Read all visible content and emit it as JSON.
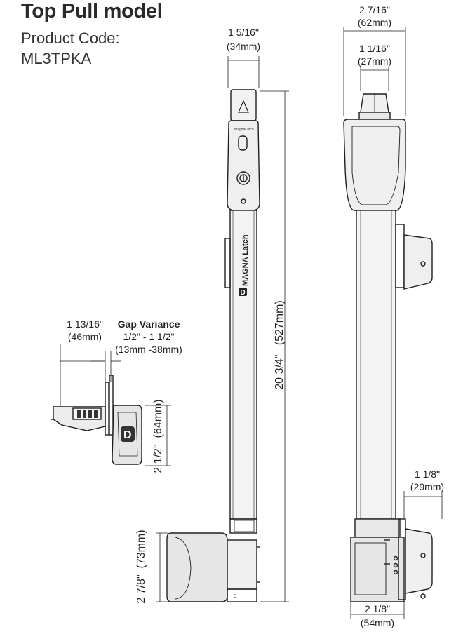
{
  "header": {
    "title": "Top Pull model",
    "product_code_label": "Product Code:",
    "product_code": "ML3TPKA"
  },
  "brand": {
    "logo_text": "MAGNA Latch",
    "badge_letter": "D"
  },
  "dimensions": {
    "front_width": {
      "imperial": "1 5/16\"",
      "metric": "(34mm)"
    },
    "side_width": {
      "imperial": "2 7/16\"",
      "metric": "(62mm)"
    },
    "side_knob_width": {
      "imperial": "1 1/16\"",
      "metric": "(27mm)"
    },
    "total_height": {
      "imperial": "20 3/4\"",
      "metric": "(527mm)"
    },
    "top_depth": {
      "imperial": "1 13/16\"",
      "metric": "(46mm)"
    },
    "gap_variance": {
      "label": "Gap Variance",
      "imperial": "1/2\" - 1 1/2\"",
      "metric": "(13mm -38mm)"
    },
    "top_height": {
      "imperial": "2 1/2\"",
      "metric": "(64mm)"
    },
    "base_height": {
      "imperial": "2 7/8\"",
      "metric": "(73mm)"
    },
    "bracket_width": {
      "imperial": "1 1/8\"",
      "metric": "(29mm)"
    },
    "base_width": {
      "imperial": "2 1/8\"",
      "metric": "(54mm)"
    }
  },
  "colors": {
    "line": "#1f1f1f",
    "body_fill": "#e9e9e9",
    "dark_fill": "#3a3a3a"
  }
}
